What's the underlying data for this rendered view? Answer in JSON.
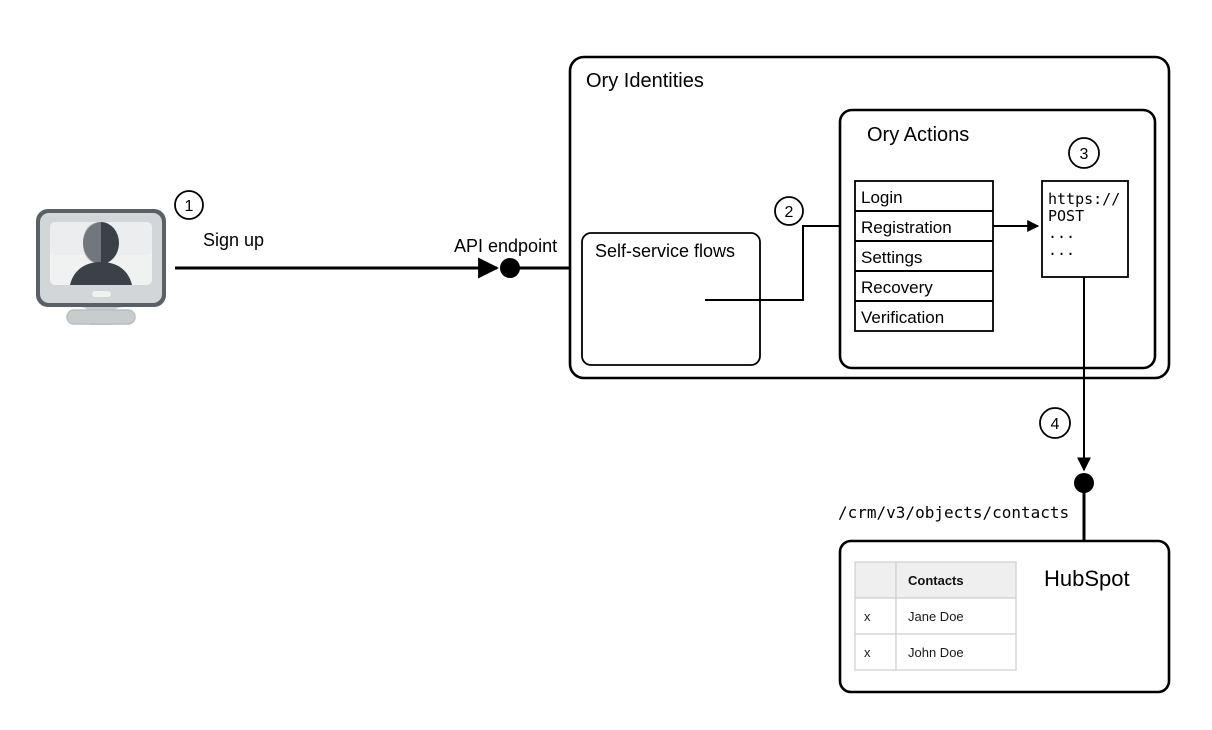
{
  "diagram": {
    "title_hidden": "Ory Identities to HubSpot sign-up flow",
    "actors": {
      "client": {
        "icon": "user-monitor-icon",
        "step_badge": "1",
        "action_label": "Sign up"
      },
      "api_endpoint_label": "API endpoint"
    },
    "ory_identities": {
      "title": "Ory Identities",
      "self_service": {
        "title": "Self-service flows"
      },
      "step_badge": "2",
      "ory_actions": {
        "title": "Ory Actions",
        "flows": [
          {
            "label": "Login"
          },
          {
            "label": "Registration"
          },
          {
            "label": "Settings"
          },
          {
            "label": "Recovery"
          },
          {
            "label": "Verification"
          }
        ],
        "webhook": {
          "step_badge": "3",
          "lines": [
            "https://",
            "POST",
            "...",
            "..."
          ]
        }
      }
    },
    "delivery": {
      "step_badge": "4",
      "endpoint_path": "/crm/v3/objects/contacts"
    },
    "hubspot": {
      "brand": "HubSpot",
      "table": {
        "columns": [
          "",
          "Contacts"
        ],
        "rows": [
          {
            "marker": "x",
            "name": "Jane Doe"
          },
          {
            "marker": "x",
            "name": "John Doe"
          }
        ]
      }
    },
    "colors": {
      "stroke": "#000000",
      "background": "#ffffff",
      "table_header_fill": "#efefef",
      "table_border": "#cfcfcf",
      "monitor_bezel": "#d2d6d8",
      "monitor_screen": "#f0f1f1",
      "monitor_person": "#3a4147"
    }
  }
}
